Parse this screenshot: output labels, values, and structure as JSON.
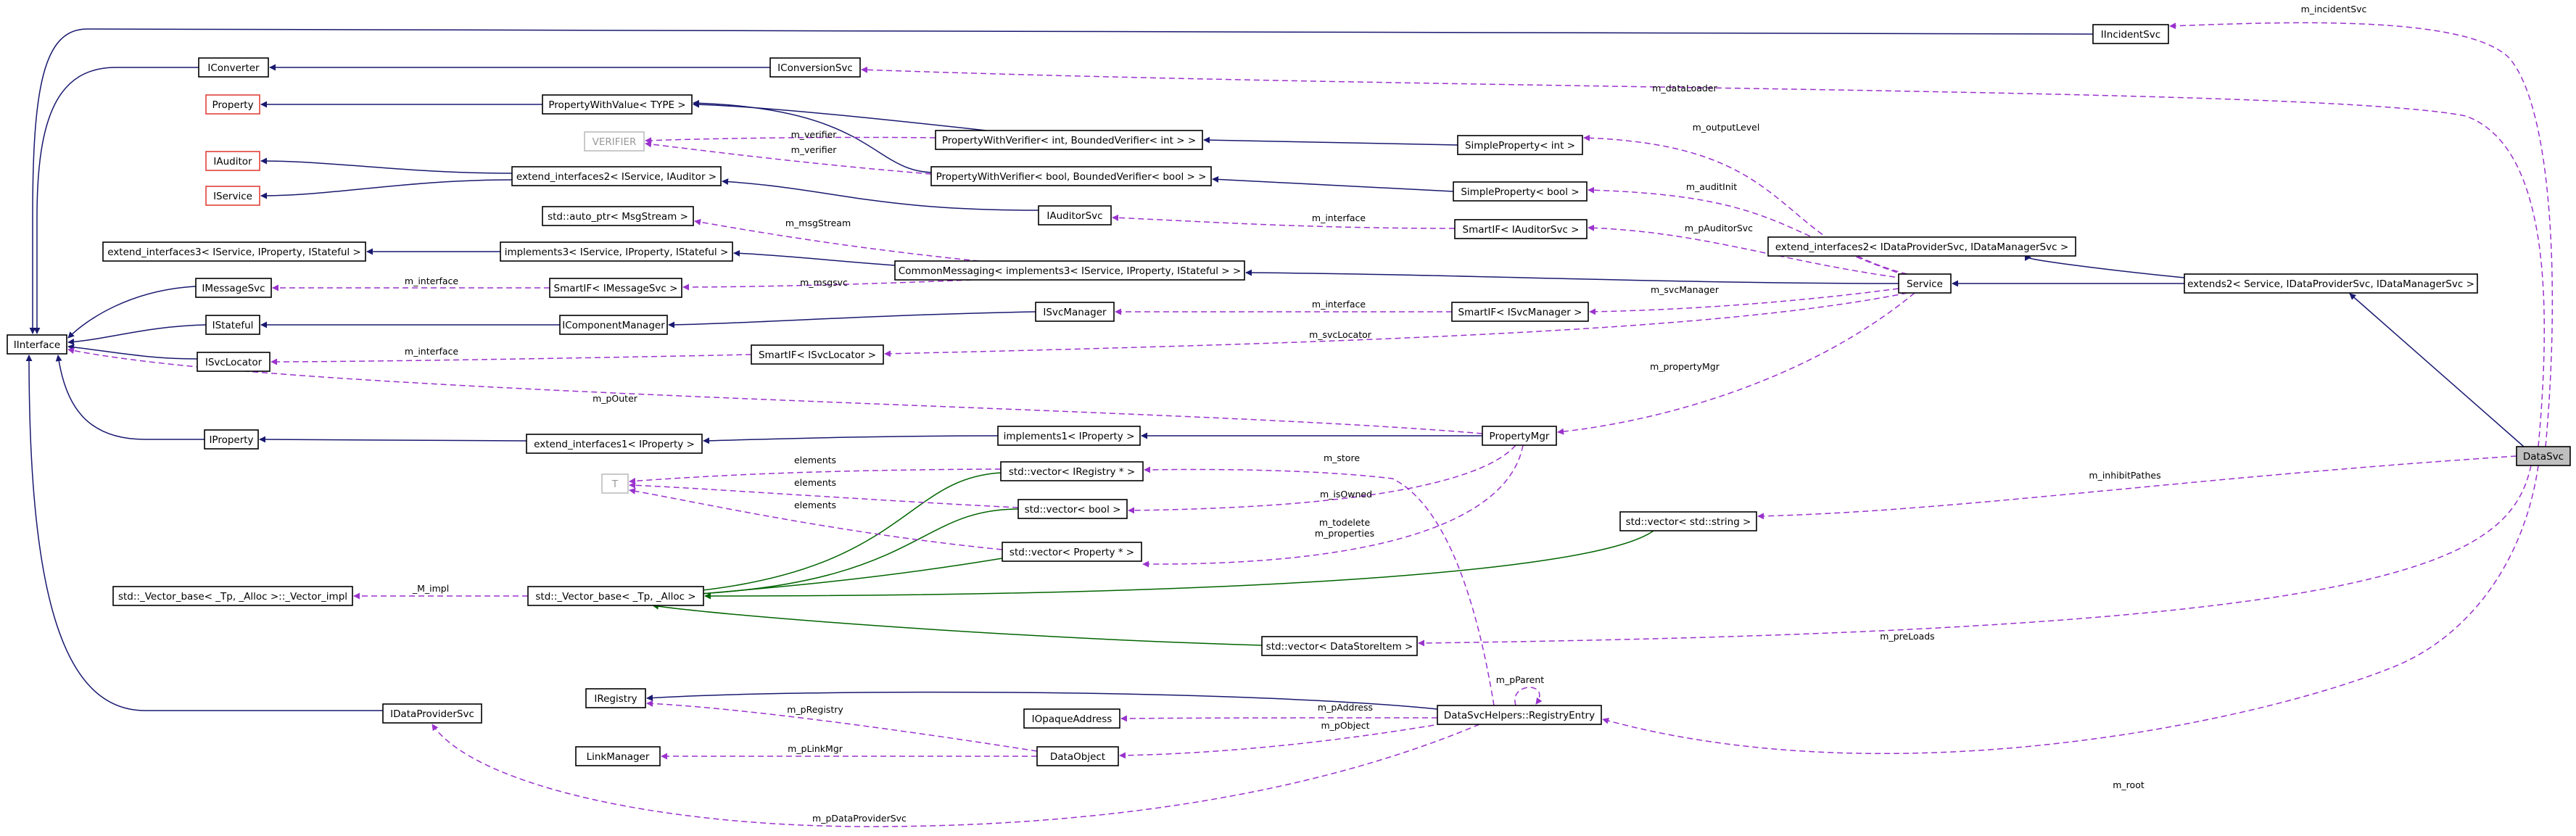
{
  "diagram": {
    "nodes": [
      {
        "id": "iinterface",
        "label": "IInterface",
        "kind": "plain"
      },
      {
        "id": "iconverter",
        "label": "IConverter",
        "kind": "plain"
      },
      {
        "id": "iconversionsvc",
        "label": "IConversionSvc",
        "kind": "plain"
      },
      {
        "id": "iincidentsvc",
        "label": "IIncidentSvc",
        "kind": "plain"
      },
      {
        "id": "property",
        "label": "Property",
        "kind": "external"
      },
      {
        "id": "propwithvalue",
        "label": "PropertyWithValue< TYPE >",
        "kind": "plain"
      },
      {
        "id": "verifier",
        "label": "VERIFIER",
        "kind": "faint"
      },
      {
        "id": "pwv_int",
        "label": "PropertyWithVerifier< int, BoundedVerifier< int > >",
        "kind": "plain"
      },
      {
        "id": "simpleprop_int",
        "label": "SimpleProperty< int >",
        "kind": "plain"
      },
      {
        "id": "iauditor",
        "label": "IAuditor",
        "kind": "external"
      },
      {
        "id": "ext2_iservice_iauditor",
        "label": "extend_interfaces2< IService, IAuditor >",
        "kind": "plain"
      },
      {
        "id": "pwv_bool",
        "label": "PropertyWithVerifier< bool, BoundedVerifier< bool > >",
        "kind": "plain"
      },
      {
        "id": "simpleprop_bool",
        "label": "SimpleProperty< bool >",
        "kind": "plain"
      },
      {
        "id": "iservice",
        "label": "IService",
        "kind": "external"
      },
      {
        "id": "iauditorsvc",
        "label": "IAuditorSvc",
        "kind": "plain"
      },
      {
        "id": "smartif_iauditorsvc",
        "label": "SmartIF< IAuditorSvc >",
        "kind": "plain"
      },
      {
        "id": "autoptr_msgstream",
        "label": "std::auto_ptr< MsgStream >",
        "kind": "plain"
      },
      {
        "id": "ext2_idataprovider_idatamanager",
        "label": "extend_interfaces2< IDataProviderSvc, IDataManagerSvc >",
        "kind": "plain"
      },
      {
        "id": "ext3_iservice_iproperty_istateful",
        "label": "extend_interfaces3< IService, IProperty, IStateful >",
        "kind": "plain"
      },
      {
        "id": "impl3_iservice_iproperty_istateful",
        "label": "implements3< IService, IProperty, IStateful >",
        "kind": "plain"
      },
      {
        "id": "commonmessaging",
        "label": "CommonMessaging< implements3< IService, IProperty, IStateful > >",
        "kind": "plain"
      },
      {
        "id": "service",
        "label": "Service",
        "kind": "plain"
      },
      {
        "id": "extends2",
        "label": "extends2< Service, IDataProviderSvc, IDataManagerSvc >",
        "kind": "plain"
      },
      {
        "id": "imessagesvc",
        "label": "IMessageSvc",
        "kind": "plain"
      },
      {
        "id": "smartif_imessagesvc",
        "label": "SmartIF< IMessageSvc >",
        "kind": "plain"
      },
      {
        "id": "isvcmanager",
        "label": "ISvcManager",
        "kind": "plain"
      },
      {
        "id": "smartif_isvcmanager",
        "label": "SmartIF< ISvcManager >",
        "kind": "plain"
      },
      {
        "id": "istateful",
        "label": "IStateful",
        "kind": "plain"
      },
      {
        "id": "icomponentmanager",
        "label": "IComponentManager",
        "kind": "plain"
      },
      {
        "id": "isvclocator",
        "label": "ISvcLocator",
        "kind": "plain"
      },
      {
        "id": "smartif_isvclocator",
        "label": "SmartIF< ISvcLocator >",
        "kind": "plain"
      },
      {
        "id": "iproperty",
        "label": "IProperty",
        "kind": "plain"
      },
      {
        "id": "ext1_iproperty",
        "label": "extend_interfaces1< IProperty >",
        "kind": "plain"
      },
      {
        "id": "impl1_iproperty",
        "label": "implements1< IProperty >",
        "kind": "plain"
      },
      {
        "id": "propertymgr",
        "label": "PropertyMgr",
        "kind": "plain"
      },
      {
        "id": "datasvc",
        "label": "DataSvc",
        "kind": "focus"
      },
      {
        "id": "tparam",
        "label": "T",
        "kind": "faint"
      },
      {
        "id": "vec_iregistry",
        "label": "std::vector< IRegistry * >",
        "kind": "plain"
      },
      {
        "id": "vec_bool",
        "label": "std::vector< bool >",
        "kind": "plain"
      },
      {
        "id": "vec_string",
        "label": "std::vector< std::string >",
        "kind": "plain"
      },
      {
        "id": "vec_property",
        "label": "std::vector< Property * >",
        "kind": "plain"
      },
      {
        "id": "vector_base_impl",
        "label": "std::_Vector_base< _Tp, _Alloc >::_Vector_impl",
        "kind": "plain"
      },
      {
        "id": "vector_base",
        "label": "std::_Vector_base< _Tp, _Alloc >",
        "kind": "plain"
      },
      {
        "id": "vec_datastoreitem",
        "label": "std::vector< DataStoreItem >",
        "kind": "plain"
      },
      {
        "id": "iregistry",
        "label": "IRegistry",
        "kind": "plain"
      },
      {
        "id": "idataprovidersvc",
        "label": "IDataProviderSvc",
        "kind": "plain"
      },
      {
        "id": "iopaqueaddress",
        "label": "IOpaqueAddress",
        "kind": "plain"
      },
      {
        "id": "registryentry",
        "label": "DataSvcHelpers::RegistryEntry",
        "kind": "plain"
      },
      {
        "id": "linkmanager",
        "label": "LinkManager",
        "kind": "plain"
      },
      {
        "id": "dataobject",
        "label": "DataObject",
        "kind": "plain"
      }
    ],
    "edges": [
      {
        "from": "iconverter",
        "to": "iinterface",
        "type": "inherit"
      },
      {
        "from": "iconversionsvc",
        "to": "iconverter",
        "type": "inherit"
      },
      {
        "from": "iincidentsvc",
        "to": "iinterface",
        "type": "inherit"
      },
      {
        "from": "propwithvalue",
        "to": "property",
        "type": "inherit"
      },
      {
        "from": "pwv_int",
        "to": "propwithvalue",
        "type": "inherit"
      },
      {
        "from": "pwv_bool",
        "to": "propwithvalue",
        "type": "inherit"
      },
      {
        "from": "simpleprop_int",
        "to": "pwv_int",
        "type": "inherit"
      },
      {
        "from": "simpleprop_bool",
        "to": "pwv_bool",
        "type": "inherit"
      },
      {
        "from": "ext2_iservice_iauditor",
        "to": "iauditor",
        "type": "inherit"
      },
      {
        "from": "ext2_iservice_iauditor",
        "to": "iservice",
        "type": "inherit"
      },
      {
        "from": "iauditorsvc",
        "to": "ext2_iservice_iauditor",
        "type": "inherit"
      },
      {
        "from": "impl3_iservice_iproperty_istateful",
        "to": "ext3_iservice_iproperty_istateful",
        "type": "inherit"
      },
      {
        "from": "commonmessaging",
        "to": "impl3_iservice_iproperty_istateful",
        "type": "inherit"
      },
      {
        "from": "service",
        "to": "commonmessaging",
        "type": "inherit"
      },
      {
        "from": "extends2",
        "to": "service",
        "type": "inherit"
      },
      {
        "from": "extends2",
        "to": "ext2_idataprovider_idatamanager",
        "type": "inherit"
      },
      {
        "from": "datasvc",
        "to": "extends2",
        "type": "inherit"
      },
      {
        "from": "imessagesvc",
        "to": "iinterface",
        "type": "inherit"
      },
      {
        "from": "istateful",
        "to": "iinterface",
        "type": "inherit"
      },
      {
        "from": "isvclocator",
        "to": "iinterface",
        "type": "inherit"
      },
      {
        "from": "iproperty",
        "to": "iinterface",
        "type": "inherit"
      },
      {
        "from": "idataprovidersvc",
        "to": "iinterface",
        "type": "inherit"
      },
      {
        "from": "icomponentmanager",
        "to": "istateful",
        "type": "inherit"
      },
      {
        "from": "isvcmanager",
        "to": "icomponentmanager",
        "type": "inherit"
      },
      {
        "from": "ext1_iproperty",
        "to": "iproperty",
        "type": "inherit"
      },
      {
        "from": "impl1_iproperty",
        "to": "ext1_iproperty",
        "type": "inherit"
      },
      {
        "from": "propertymgr",
        "to": "impl1_iproperty",
        "type": "inherit"
      },
      {
        "from": "registryentry",
        "to": "iregistry",
        "type": "inherit"
      },
      {
        "from": "vec_iregistry",
        "to": "vector_base",
        "type": "template"
      },
      {
        "from": "vec_bool",
        "to": "vector_base",
        "type": "template"
      },
      {
        "from": "vec_property",
        "to": "vector_base",
        "type": "template"
      },
      {
        "from": "vec_string",
        "to": "vector_base",
        "type": "template"
      },
      {
        "from": "vec_datastoreitem",
        "to": "vector_base",
        "type": "template"
      },
      {
        "from": "datasvc",
        "to": "iincidentsvc",
        "type": "usage",
        "label": "m_incidentSvc"
      },
      {
        "from": "datasvc",
        "to": "iconversionsvc",
        "type": "usage",
        "label": "m_dataLoader"
      },
      {
        "from": "verifier",
        "to": "pwv_int",
        "type": "usage",
        "label": "m_verifier"
      },
      {
        "from": "verifier",
        "to": "pwv_bool",
        "type": "usage",
        "label": "m_verifier"
      },
      {
        "from": "service",
        "to": "simpleprop_int",
        "type": "usage",
        "label": "m_outputLevel"
      },
      {
        "from": "service",
        "to": "simpleprop_bool",
        "type": "usage",
        "label": "m_auditInit"
      },
      {
        "from": "service",
        "to": "smartif_iauditorsvc",
        "type": "usage",
        "label": "m_pAuditorSvc"
      },
      {
        "from": "smartif_iauditorsvc",
        "to": "iauditorsvc",
        "type": "usage",
        "label": "m_interface"
      },
      {
        "from": "commonmessaging",
        "to": "autoptr_msgstream",
        "type": "usage",
        "label": "m_msgStream"
      },
      {
        "from": "commonmessaging",
        "to": "smartif_imessagesvc",
        "type": "usage",
        "label": "m_msgsvc"
      },
      {
        "from": "smartif_imessagesvc",
        "to": "imessagesvc",
        "type": "usage",
        "label": "m_interface"
      },
      {
        "from": "service",
        "to": "smartif_isvcmanager",
        "type": "usage",
        "label": "m_svcManager"
      },
      {
        "from": "smartif_isvcmanager",
        "to": "isvcmanager",
        "type": "usage",
        "label": "m_interface"
      },
      {
        "from": "service",
        "to": "smartif_isvclocator",
        "type": "usage",
        "label": "m_svcLocator"
      },
      {
        "from": "smartif_isvclocator",
        "to": "isvclocator",
        "type": "usage",
        "label": "m_interface"
      },
      {
        "from": "propertymgr",
        "to": "iinterface",
        "type": "usage",
        "label": "m_pOuter"
      },
      {
        "from": "service",
        "to": "propertymgr",
        "type": "usage",
        "label": "m_propertyMgr"
      },
      {
        "from": "vec_iregistry",
        "to": "tparam",
        "type": "usage",
        "label": "elements"
      },
      {
        "from": "vec_bool",
        "to": "tparam",
        "type": "usage",
        "label": "elements"
      },
      {
        "from": "vec_property",
        "to": "tparam",
        "type": "usage",
        "label": "elements"
      },
      {
        "from": "registryentry",
        "to": "vec_iregistry",
        "type": "usage",
        "label": "m_store"
      },
      {
        "from": "propertymgr",
        "to": "vec_bool",
        "type": "usage",
        "label": "m_isOwned"
      },
      {
        "from": "propertymgr",
        "to": "vec_property",
        "type": "usage",
        "label": "m_todelete\nm_properties"
      },
      {
        "from": "datasvc",
        "to": "vec_string",
        "type": "usage",
        "label": "m_inhibitPathes"
      },
      {
        "from": "vector_base",
        "to": "vector_base_impl",
        "type": "usage",
        "label": "_M_impl"
      },
      {
        "from": "datasvc",
        "to": "vec_datastoreitem",
        "type": "usage",
        "label": "m_preLoads"
      },
      {
        "from": "registryentry",
        "to": "registryentry",
        "type": "usage",
        "label": "m_pParent"
      },
      {
        "from": "registryentry",
        "to": "iopaqueaddress",
        "type": "usage",
        "label": "m_pAddress"
      },
      {
        "from": "registryentry",
        "to": "dataobject",
        "type": "usage",
        "label": "m_pObject"
      },
      {
        "from": "dataobject",
        "to": "iregistry",
        "type": "usage",
        "label": "m_pRegistry"
      },
      {
        "from": "dataobject",
        "to": "linkmanager",
        "type": "usage",
        "label": "m_pLinkMgr"
      },
      {
        "from": "registryentry",
        "to": "idataprovidersvc",
        "type": "usage",
        "label": "m_pDataProviderSvc"
      },
      {
        "from": "datasvc",
        "to": "registryentry",
        "type": "usage",
        "label": "m_root"
      }
    ]
  }
}
